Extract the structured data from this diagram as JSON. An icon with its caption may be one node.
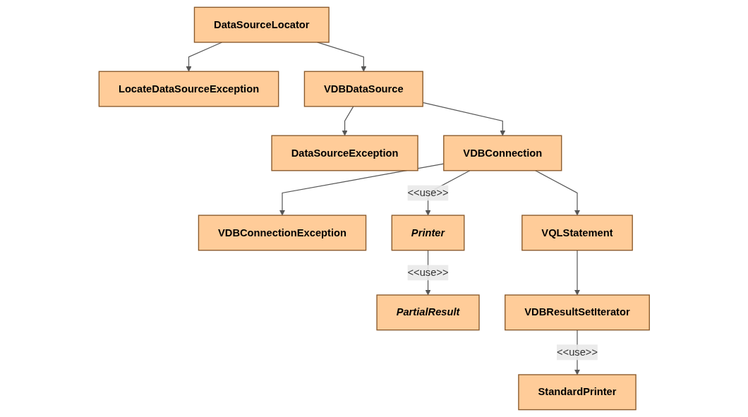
{
  "diagram": {
    "nodes": [
      {
        "text": [
          "DataSourceLocator"
        ]
      },
      {
        "text": [
          "LocateDataSourceException"
        ]
      },
      {
        "text": [
          "VDBDataSource"
        ]
      },
      {
        "text": [
          "DataSourceException"
        ]
      },
      {
        "text": [
          "VDBConnectionException"
        ]
      },
      {
        "text": [
          "VDBConnection"
        ]
      },
      {
        "text": [
          "Printer"
        ]
      },
      {
        "text": [
          "PartialResult"
        ]
      },
      {
        "text": [
          "VQLStatement"
        ]
      },
      {
        "text": [
          "VDBResultSetIterator"
        ]
      },
      {
        "text": [
          "StandardPrinter"
        ]
      }
    ],
    "edges": [
      {
        "from": 0,
        "to": 1,
        "arrow": "to"
      },
      {
        "from": 0,
        "to": 2,
        "arrow": "to"
      },
      {
        "from": 2,
        "to": 3,
        "arrow": "to"
      },
      {
        "from": 2,
        "to": 5,
        "arrow": "to"
      },
      {
        "from": 5,
        "to": 4,
        "arrow": "to"
      },
      {
        "from": 5,
        "to": 6,
        "arrow": "to",
        "label": "<<use>>"
      },
      {
        "from": 6,
        "to": 7,
        "arrow": "to",
        "label": "<<use>>"
      },
      {
        "from": 5,
        "to": 8,
        "arrow": "to"
      },
      {
        "from": 8,
        "to": 9,
        "arrow": "to"
      },
      {
        "from": 9,
        "to": 10,
        "arrow": "to",
        "label": "<<use>>"
      }
    ]
  }
}
